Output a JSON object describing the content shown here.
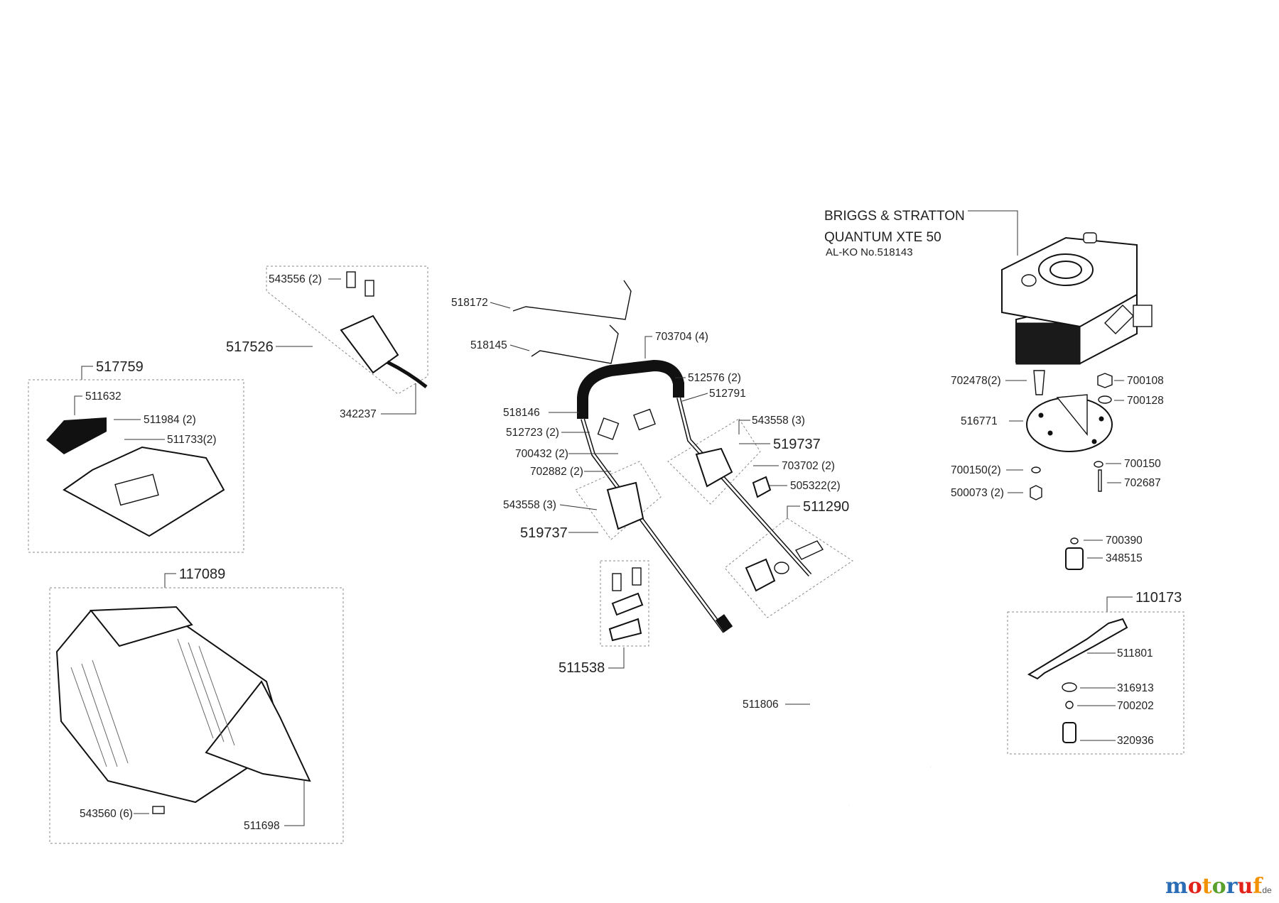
{
  "engine": {
    "line1": "BRIGGS & STRATTON",
    "line2": "QUANTUM XTE 50",
    "line3": "AL-KO No.518143"
  },
  "labels": {
    "p543556": "543556 (2)",
    "p517526": "517526",
    "p342237": "342237",
    "p517759": "517759",
    "p511632": "511632",
    "p511984": "511984 (2)",
    "p511733": "511733(2)",
    "p117089": "117089",
    "p543560": "543560 (6)",
    "p511698": "511698",
    "p518172": "518172",
    "p518145": "518145",
    "p703704": "703704 (4)",
    "p512576": "512576 (2)",
    "p512791": "512791",
    "p518146": "518146",
    "p512723": "512723 (2)",
    "p700432": "700432 (2)",
    "p702882": "702882 (2)",
    "p543558a": "543558 (3)",
    "p519737a": "519737",
    "p543558b": "543558 (3)",
    "p519737b": "519737",
    "p703702": "703702 (2)",
    "p505322": "505322(2)",
    "p511290": "511290",
    "p511538": "511538",
    "p511806": "511806",
    "p702478": "702478(2)",
    "p700108": "700108",
    "p700128": "700128",
    "p516771": "516771",
    "p700150a": "700150(2)",
    "p700150b": "700150",
    "p500073": "500073 (2)",
    "p702687": "702687",
    "p700390": "700390",
    "p348515": "348515",
    "p110173": "110173",
    "p511801": "511801",
    "p316913": "316913",
    "p700202": "700202",
    "p320936": "320936"
  },
  "watermark": {
    "brand": "motoruf",
    "tld": ".de"
  },
  "colors": {
    "line": "#111111",
    "label": "#222222",
    "watermark_m": "#2a6db5",
    "watermark_o1": "#e2231a",
    "watermark_t": "#f39200",
    "watermark_o2": "#5aa02c",
    "watermark_r": "#2a6db5",
    "watermark_u": "#e2231a",
    "watermark_f": "#f39200"
  }
}
